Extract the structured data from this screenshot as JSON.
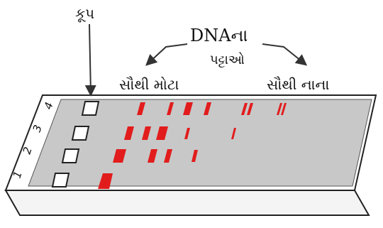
{
  "labels": {
    "well": "કૂપ",
    "dna_line1": "DNAના",
    "dna_line2": "પટ્ટાઓ",
    "largest": "સૌથી મોટા",
    "smallest": "સૌથી નાના"
  },
  "lanes": [
    "1",
    "2",
    "3",
    "4"
  ],
  "colors": {
    "gel": "#c8c8c8",
    "plate": "#ffffff",
    "band": "#e21c1c",
    "outline": "#222222"
  }
}
